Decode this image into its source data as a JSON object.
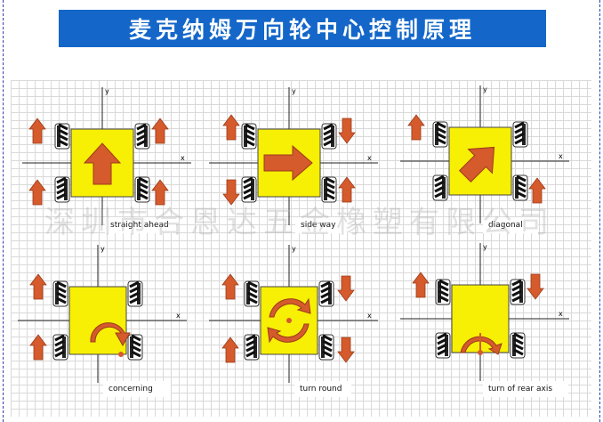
{
  "title": "麦克纳姆万向轮中心控制原理",
  "watermark": "深圳市合恩达五金橡塑有限公司",
  "axis_labels": {
    "x": "x",
    "y": "y"
  },
  "panels": [
    {
      "caption": "straight ahead",
      "motion": "straight ahead"
    },
    {
      "caption": "side way",
      "motion": "side way"
    },
    {
      "caption": "diagonal",
      "motion": "diagonal"
    },
    {
      "caption": "concerning",
      "motion": "concerning"
    },
    {
      "caption": "turn round",
      "motion": "turn round"
    },
    {
      "caption": "turn of rear axis",
      "motion": "turn of rear axis"
    }
  ],
  "colors": {
    "title_bg": "#1467c9",
    "body": "#f7ef04",
    "arrow": "#d55a2c",
    "wheel": "#222222"
  }
}
